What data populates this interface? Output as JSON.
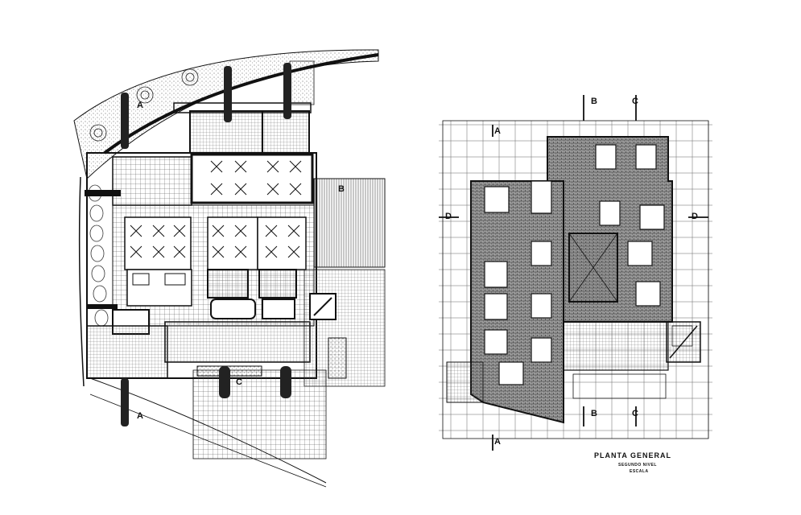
{
  "left_plan": {
    "section_labels": {
      "a_bottom": "A",
      "b_right": "B",
      "c_bottom": "C",
      "a_top": "A"
    }
  },
  "right_plan": {
    "section_labels": {
      "b_top": "B",
      "c_top": "C",
      "b_bottom": "B",
      "c_bottom": "C",
      "a_top": "A",
      "a_bottom": "A",
      "d_left": "D",
      "d_right": "D"
    },
    "title": "PLANTA GENERAL",
    "subtitle": "SEGUNDO NIVEL",
    "scale": "ESCALA"
  },
  "colors": {
    "ink": "#111111",
    "hatch": "#555555",
    "paper": "#ffffff"
  }
}
